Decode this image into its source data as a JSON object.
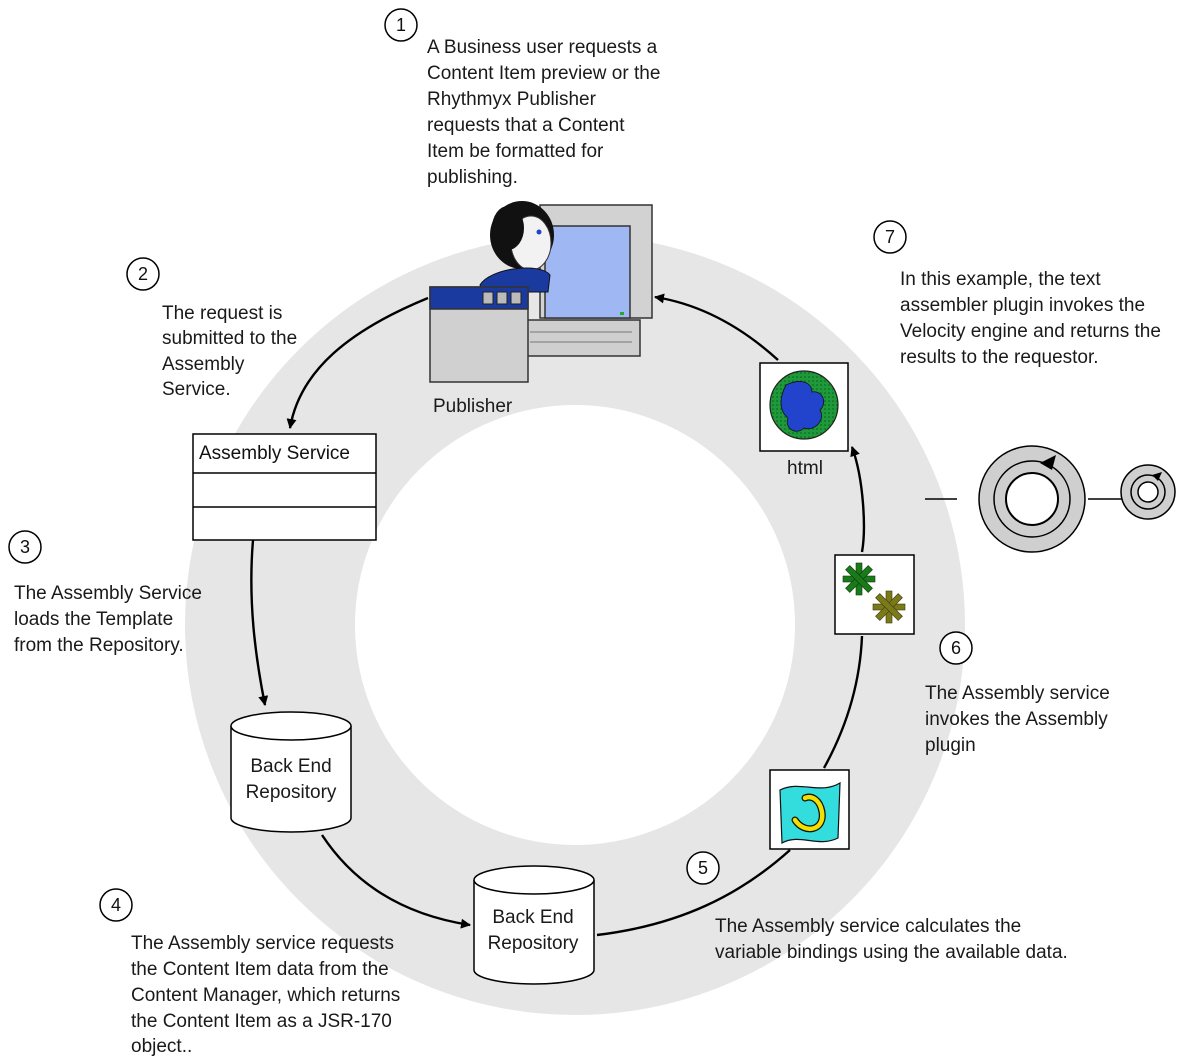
{
  "nodes": {
    "publisher_label": "Publisher",
    "assembly_service_label": "Assembly Service",
    "repository_1_line1": "Back End",
    "repository_1_line2": "Repository",
    "repository_2_line1": "Back End",
    "repository_2_line2": "Repository",
    "html_label": "html"
  },
  "steps": [
    {
      "number": "1",
      "lines": [
        "A Business user requests a",
        "Content Item preview or the",
        "Rhythmyx Publisher",
        "requests that a Content",
        "Item be formatted for",
        "publishing."
      ]
    },
    {
      "number": "2",
      "lines": [
        "The request is",
        "submitted to the",
        "Assembly",
        "Service."
      ]
    },
    {
      "number": "3",
      "lines": [
        "The Assembly Service",
        "loads the Template",
        "from the Repository."
      ]
    },
    {
      "number": "4",
      "lines": [
        "The Assembly service requests",
        "the Content Item data from the",
        "Content Manager, which returns",
        "the Content Item as a JSR-170",
        "object.."
      ]
    },
    {
      "number": "5",
      "lines": [
        "The Assembly service calculates the",
        "variable bindings using the available data."
      ]
    },
    {
      "number": "6",
      "lines": [
        "The Assembly service",
        "invokes the Assembly",
        "plugin"
      ]
    },
    {
      "number": "7",
      "lines": [
        "In this example, the text",
        "assembler plugin invokes the",
        "Velocity engine and returns the",
        "results to the requestor."
      ]
    }
  ],
  "colors": {
    "ring": "#e6e6e6",
    "globe_blue": "#2244cc",
    "globe_green": "#1f9a3a",
    "gear_dark": "#1a7a1a",
    "gear_olive": "#7a7a1a",
    "plugin_cyan": "#33dddd",
    "plugin_yellow": "#f2e000",
    "screen": "#9fb7f2"
  },
  "icons": [
    "person-computer-icon",
    "globe-icon",
    "gears-icon",
    "plugin-icon",
    "loop-icon"
  ]
}
